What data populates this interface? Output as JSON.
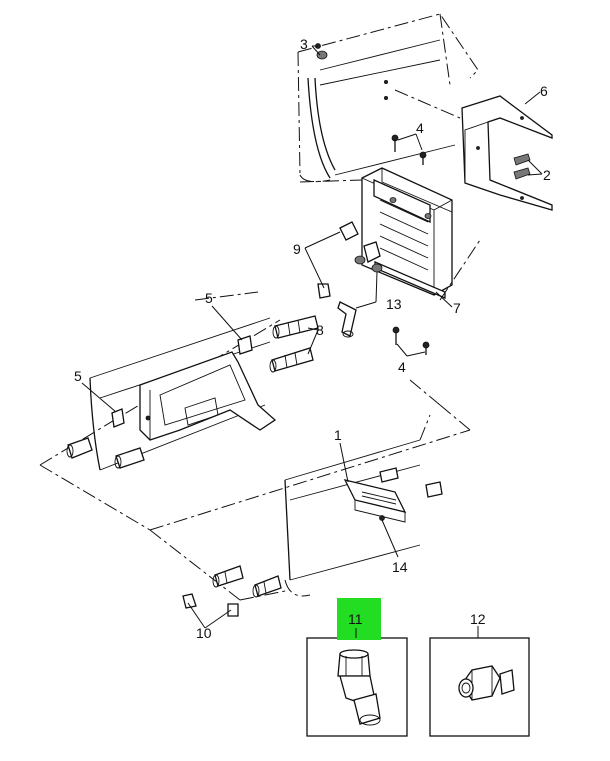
{
  "colors": {
    "highlight": "#22dd22",
    "ink": "#111111",
    "background": "#ffffff"
  },
  "callouts": {
    "c1": "1",
    "c2": "2",
    "c3": "3",
    "c4a": "4",
    "c4b": "4",
    "c5a": "5",
    "c5b": "5",
    "c6": "6",
    "c7": "7",
    "c8": "8",
    "c9": "9",
    "c10": "10",
    "c11": "11",
    "c12": "12",
    "c13": "13",
    "c14": "14"
  }
}
